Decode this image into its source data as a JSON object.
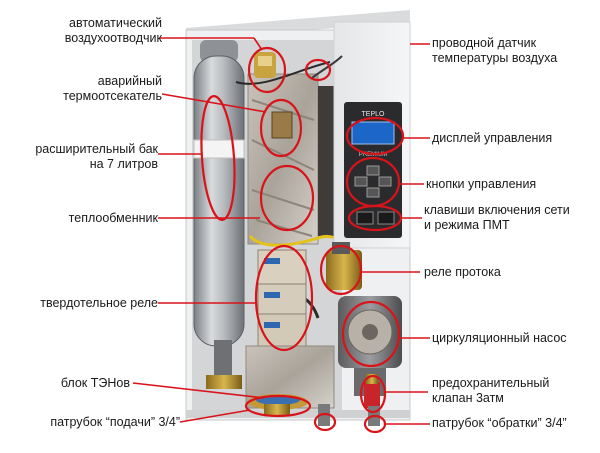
{
  "annotation_color": "#d8141a",
  "device": {
    "panel_brand": "TEPLO",
    "display_sub": "PREMIUM"
  },
  "labels": {
    "air_vent": "автоматический\nвоздухоотводчик",
    "thermal_cutoff": "аварийный\nтермоотсекатель",
    "expansion_tank": "расширительный бак\nна 7 литров",
    "heat_exchanger": "теплообменник",
    "solid_state_relay": "твердотельное реле",
    "heater_block": "блок ТЭНов",
    "supply_pipe": "патрубок “подачи” 3/4”",
    "air_sensor": "проводной датчик\nтемпературы воздуха",
    "control_display": "дисплей управления",
    "control_buttons": "кнопки управления",
    "power_keys": "клавиши включения  сети\nи режима ПМТ",
    "flow_relay": "реле протока",
    "circulation_pump": "циркуляционный насос",
    "safety_valve": "предохранительный\nклапан 3атм",
    "return_pipe": "патрубок “обратки” 3/4”"
  }
}
